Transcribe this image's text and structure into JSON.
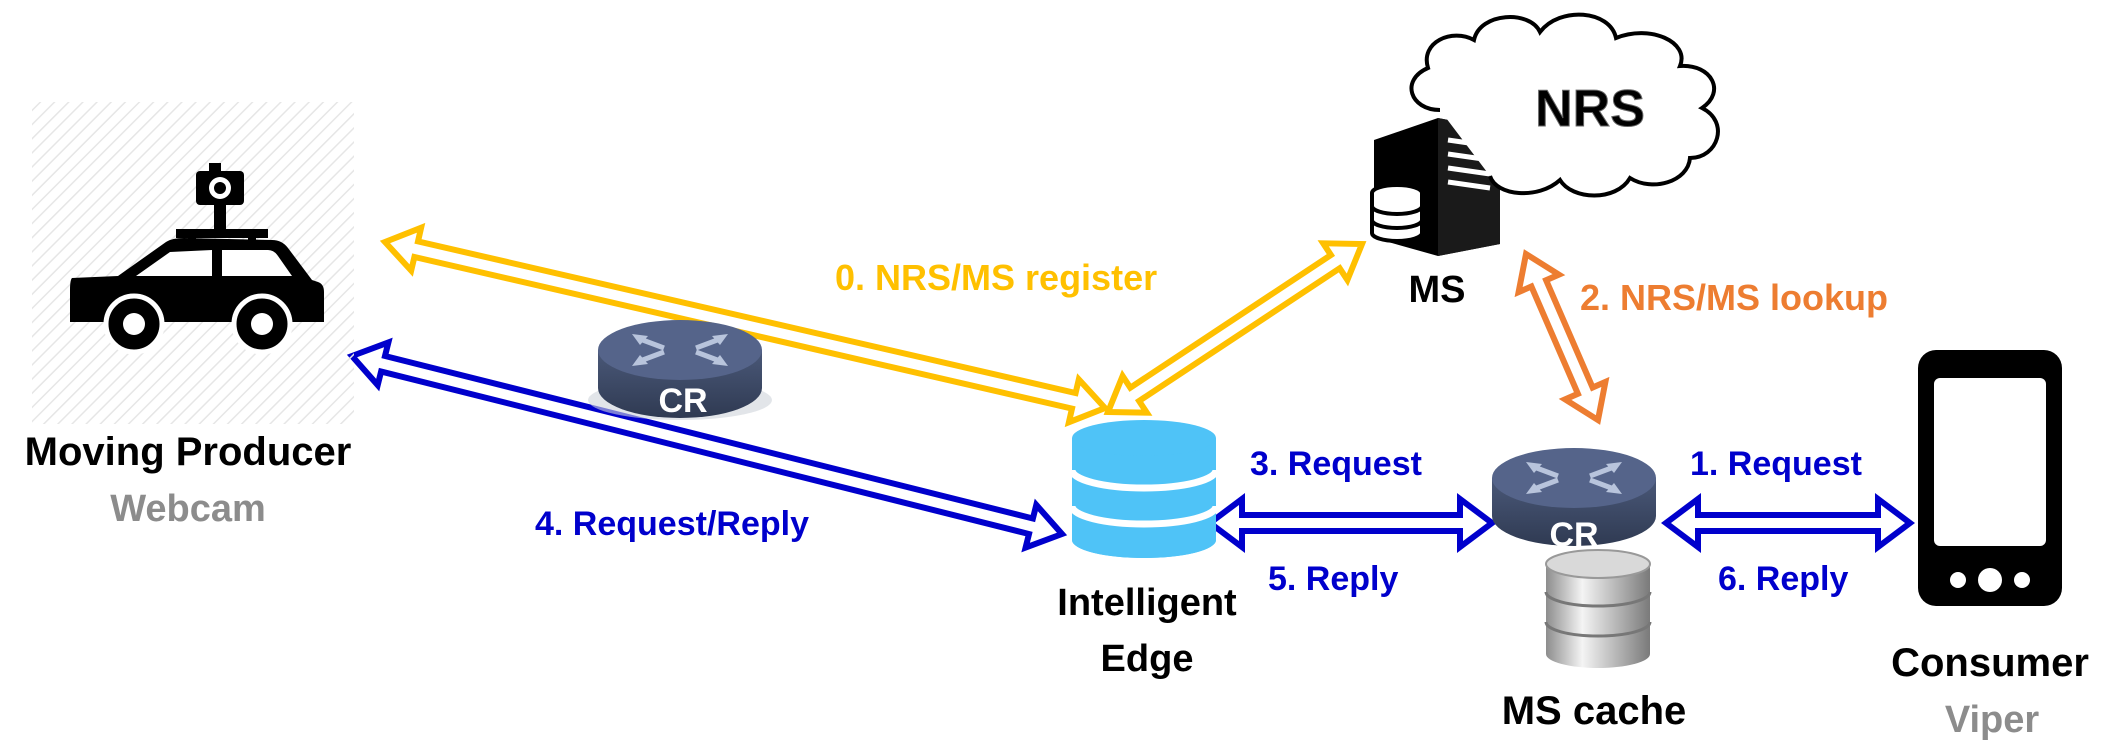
{
  "nodes": {
    "producer": {
      "title": "Moving Producer",
      "subtitle": "Webcam"
    },
    "edge": {
      "line1": "Intelligent",
      "line2": "Edge"
    },
    "cloud": {
      "label": "NRS"
    },
    "ms_server": {
      "label": "MS"
    },
    "cr_left": {
      "label": "CR"
    },
    "cr_right": {
      "label": "CR"
    },
    "ms_cache": {
      "label": "MS cache"
    },
    "consumer": {
      "title": "Consumer",
      "subtitle": "Viper"
    }
  },
  "links": {
    "register": "0. NRS/MS register",
    "lookup": "2. NRS/MS lookup",
    "req_reply": "4. Request/Reply",
    "request3": "3. Request",
    "reply5": "5. Reply",
    "request1": "1. Request",
    "reply6": "6. Reply"
  },
  "colors": {
    "register_arrow": "#FFC000",
    "lookup_arrow": "#ED7D31",
    "request_arrow": "#0000CC",
    "label_dark": "#000000",
    "label_gray": "#8C8C8C",
    "router": "#3C4A66",
    "edge_db": "#4FC3F7"
  }
}
